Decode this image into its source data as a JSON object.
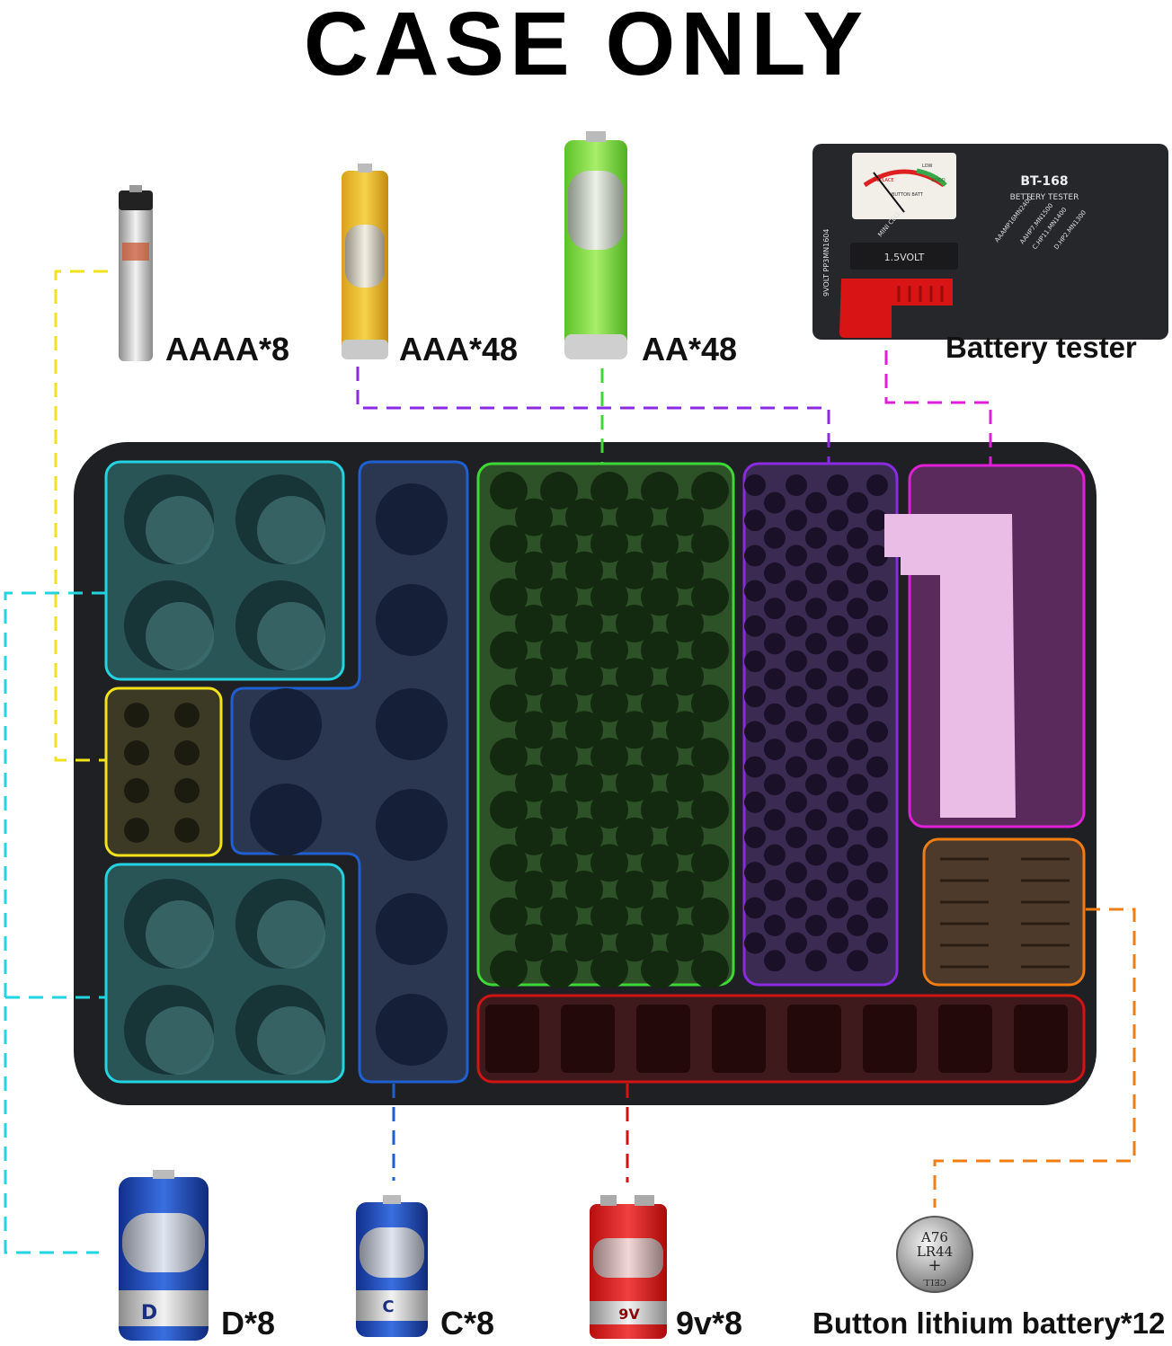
{
  "title": "CASE ONLY",
  "labels": {
    "aaaa": "AAAA*8",
    "aaa": "AAA*48",
    "aa": "AA*48",
    "tester": "Battery tester",
    "d": "D*8",
    "c": "C*8",
    "nine_v": "9v*8",
    "button": "Button lithium battery*12"
  },
  "tester_device": {
    "model": "BT-168",
    "subtitle": "BETTERY TESTER",
    "volt": "1.5VOLT",
    "meter_low": "LOW",
    "meter_replace": "REPLACE",
    "meter_good": "GOOD",
    "meter_button": "BUTTON BATT",
    "side_text": "9VOLT PP3MN1604",
    "mini_cell": "MINI CELL",
    "sizes": [
      "AAAMP16MN2400",
      "AAHP7.MN1500",
      "C.HP11.MN1400",
      "D.HP2.MN1300"
    ]
  },
  "battery_marks": {
    "d": "D",
    "c": "C",
    "nine_v": "9V"
  },
  "coin": {
    "line1": "A76",
    "line2": "LR44",
    "line3": "CELL"
  },
  "colors": {
    "aaaa": "#f2e21a",
    "d": "#22d3e0",
    "c": "#1f5fd0",
    "aa": "#3ed835",
    "aaa": "#8a2be2",
    "tester": "#e020d8",
    "button": "#f07c12",
    "nine_v": "#d21414",
    "foam": "#1f2023"
  }
}
